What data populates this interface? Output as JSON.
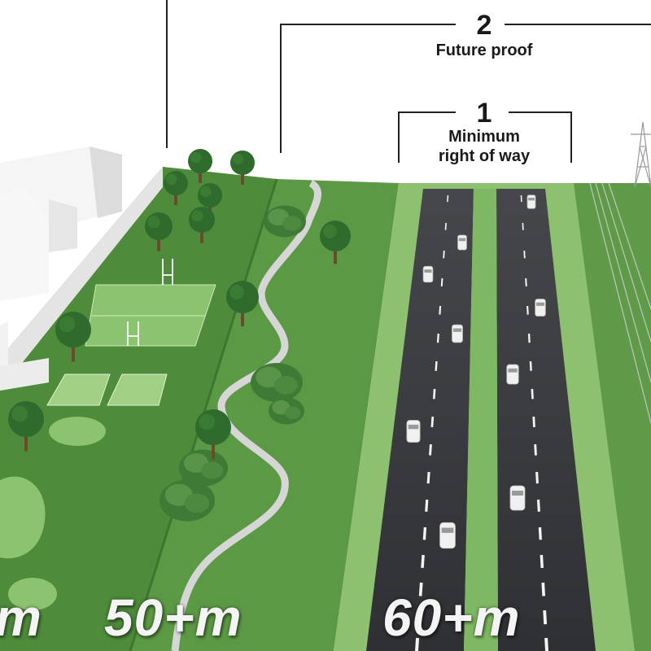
{
  "labels": {
    "tier2": {
      "number": "2",
      "caption": "Future proof"
    },
    "tier1": {
      "number": "1",
      "caption_line1": "Minimum",
      "caption_line2": "right of way"
    }
  },
  "distances": {
    "left_zone": "m",
    "middle_zone": "50+m",
    "road_zone": "60+m"
  },
  "colors": {
    "grass_dark": "#4f8a3c",
    "grass_mid": "#5e9a47",
    "grass_light": "#8fc06f",
    "asphalt": "#3a3a3c",
    "path": "#cfcfcf",
    "buildings": "#f2f2f2",
    "tree_foliage": "#2f6b2c",
    "bracket": "#222222"
  },
  "icons": [
    "tree-icon",
    "car-icon",
    "pylon-icon",
    "rugby-post-icon",
    "tennis-court-icon"
  ]
}
